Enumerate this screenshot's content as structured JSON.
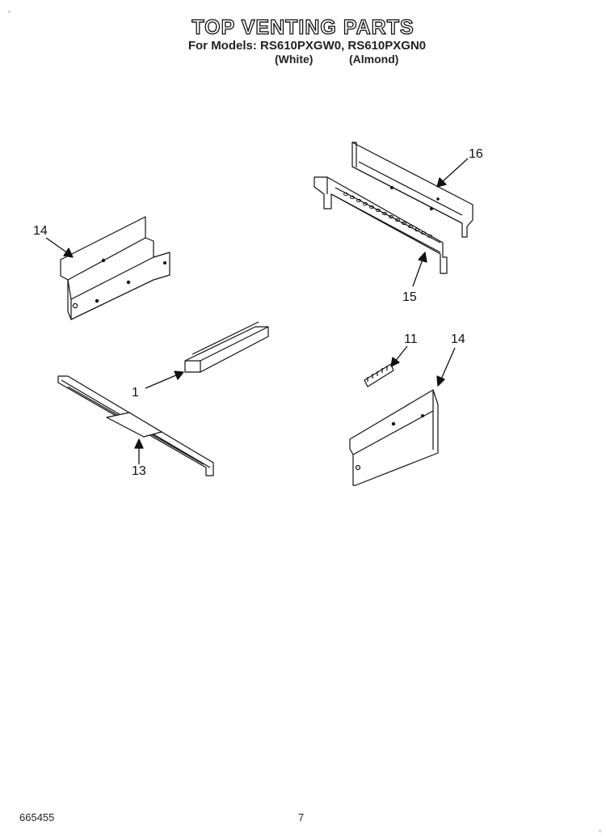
{
  "header": {
    "title": "TOP VENTING PARTS",
    "models": "For Models: RS610PXGW0, RS610PXGN0",
    "color_white": "(White)",
    "color_almond": "(Almond)"
  },
  "callouts": {
    "part_1": "1",
    "part_11": "11",
    "part_13": "13",
    "part_14_left": "14",
    "part_14_right": "14",
    "part_15": "15",
    "part_16": "16"
  },
  "footer": {
    "doc_number": "665455",
    "page_number": "7"
  },
  "corner_marks": {
    "top_left": "▫",
    "bottom_right": "▫"
  }
}
